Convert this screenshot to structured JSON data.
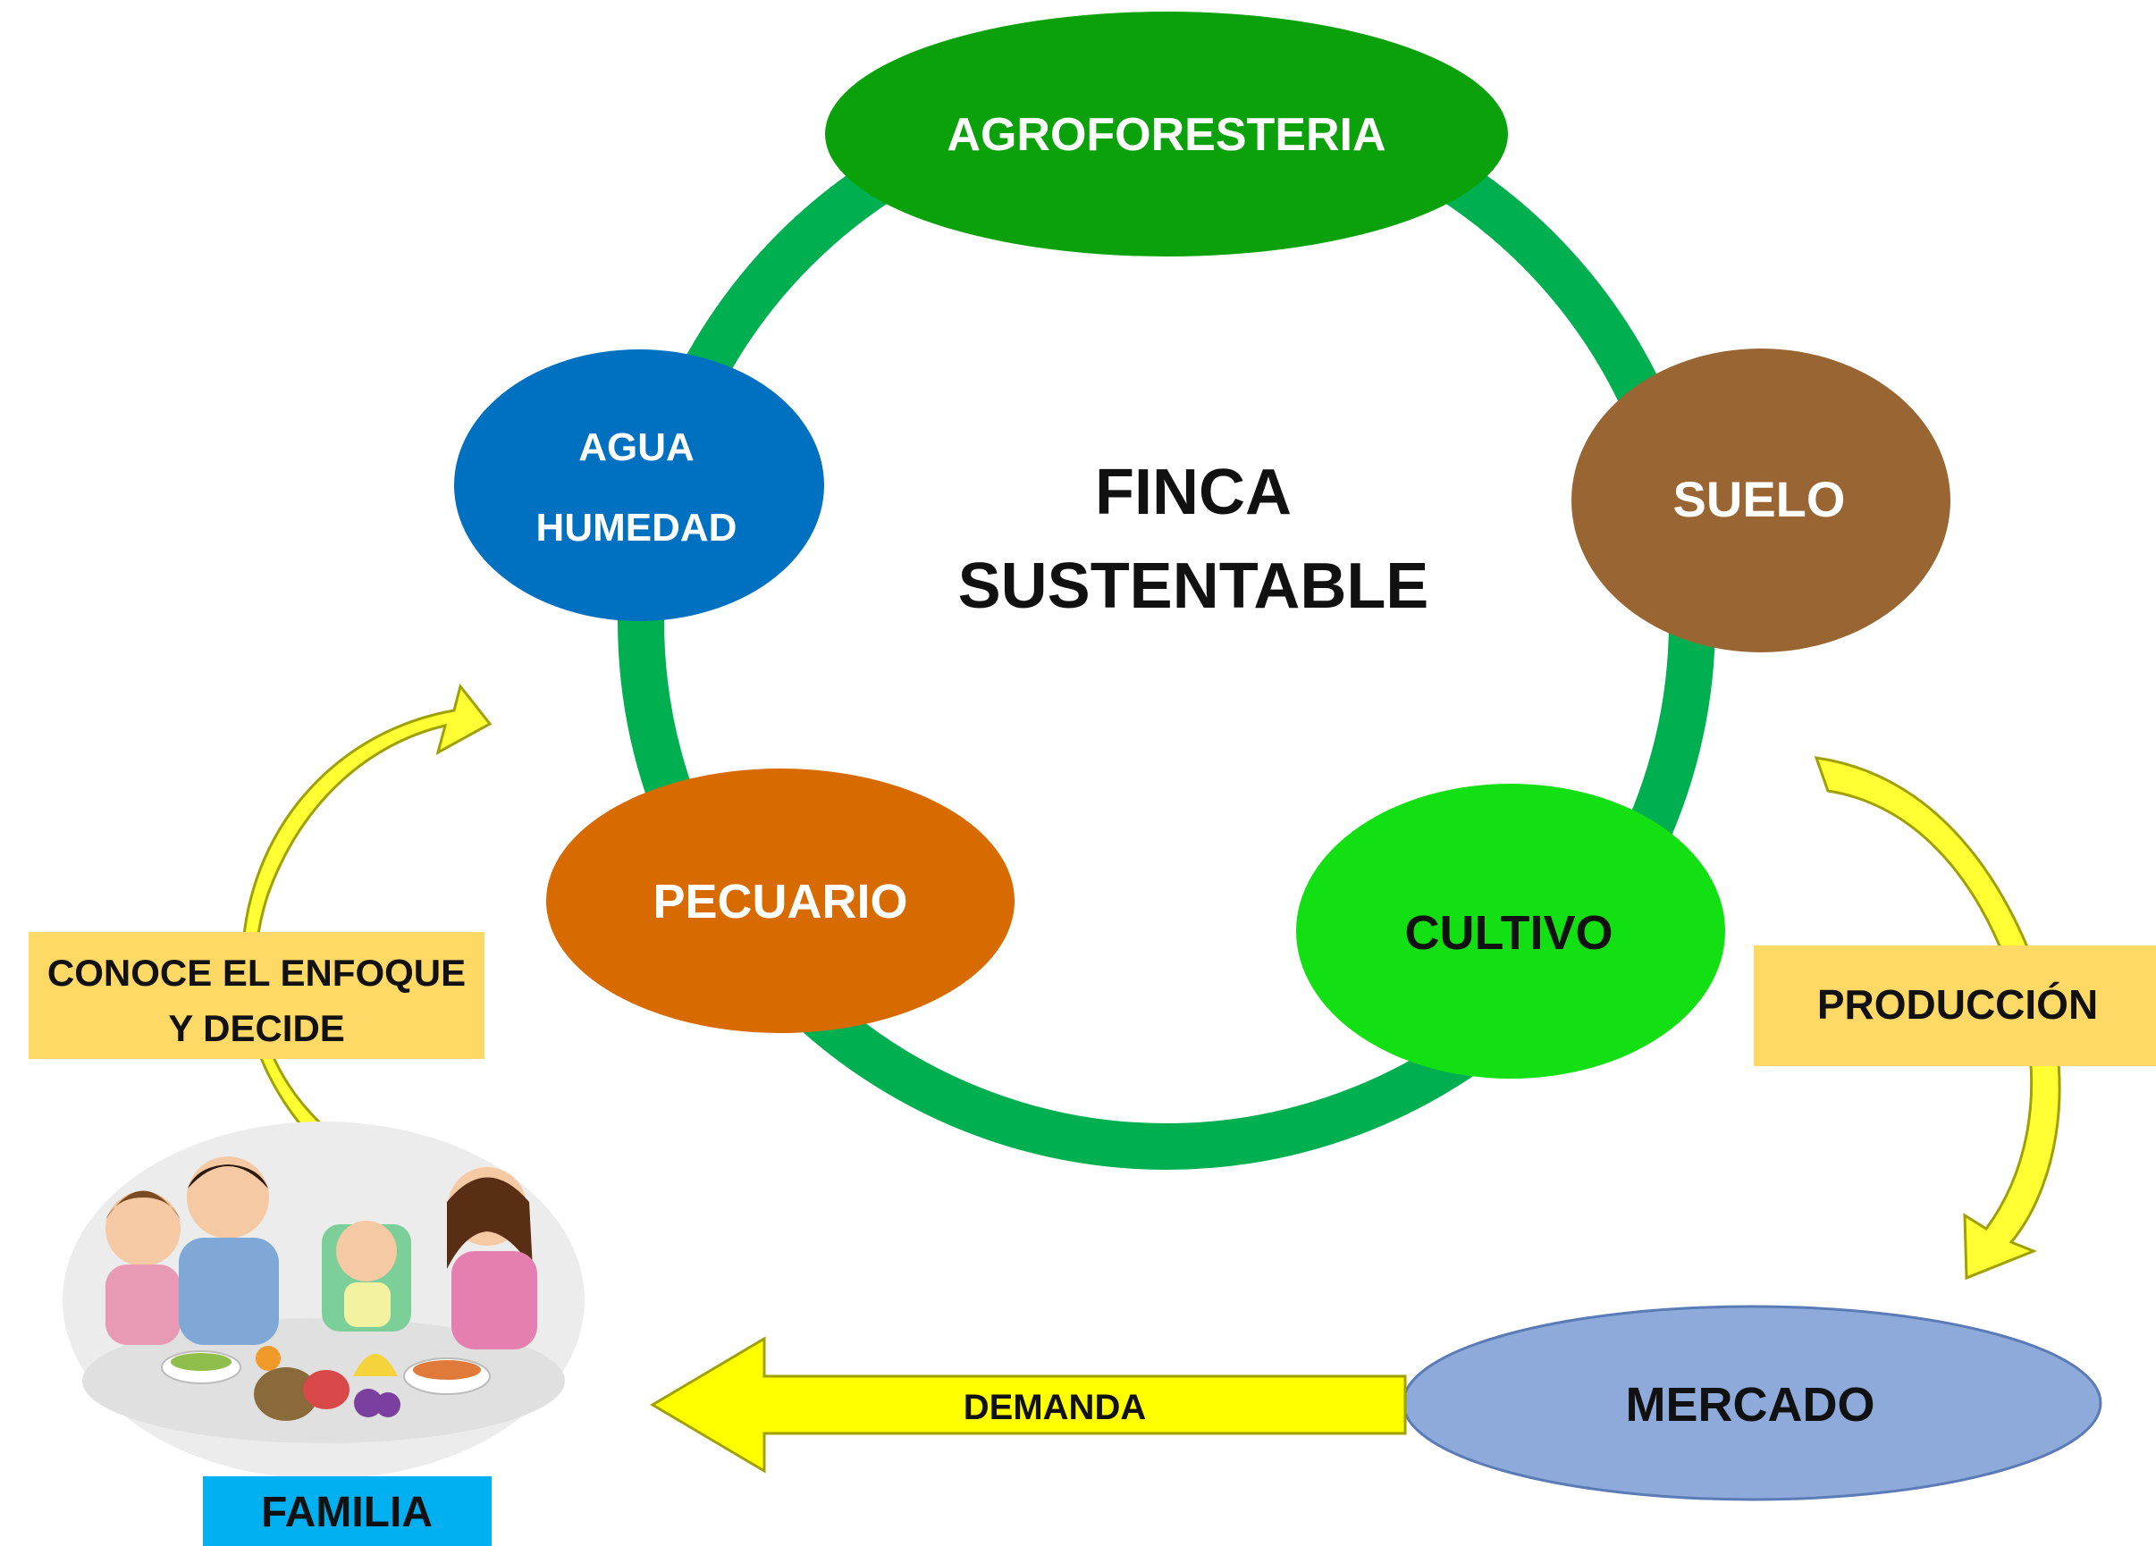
{
  "center": {
    "line1": "FINCA",
    "line2": "SUSTENTABLE"
  },
  "nodes": {
    "agroforesteria": {
      "label": "AGROFORESTERIA",
      "color": "#0aa10a"
    },
    "agua": {
      "line1": "AGUA",
      "line2": "HUMEDAD",
      "color": "#0070c0"
    },
    "suelo": {
      "label": "SUELO",
      "color": "#996633"
    },
    "pecuario": {
      "label": "PECUARIO",
      "color": "#d86b00"
    },
    "cultivo": {
      "label": "CULTIVO",
      "color": "#12e012"
    },
    "mercado": {
      "label": "MERCADO",
      "color": "#8eaadb"
    }
  },
  "ring": {
    "color": "#00b050"
  },
  "flows": {
    "conoce": {
      "line1": "CONOCE EL ENFOQUE",
      "line2": "Y DECIDE",
      "color": "#ffd966"
    },
    "produccion": {
      "label": "PRODUCCIÓN",
      "color": "#ffd966"
    },
    "demanda": {
      "label": "DEMANDA",
      "color": "#ffff00"
    }
  },
  "familia": {
    "label": "FAMILIA",
    "color": "#00b0f0"
  },
  "arrows": {
    "curve_color": "#ffff33",
    "curve_stroke": "#a0a000"
  }
}
